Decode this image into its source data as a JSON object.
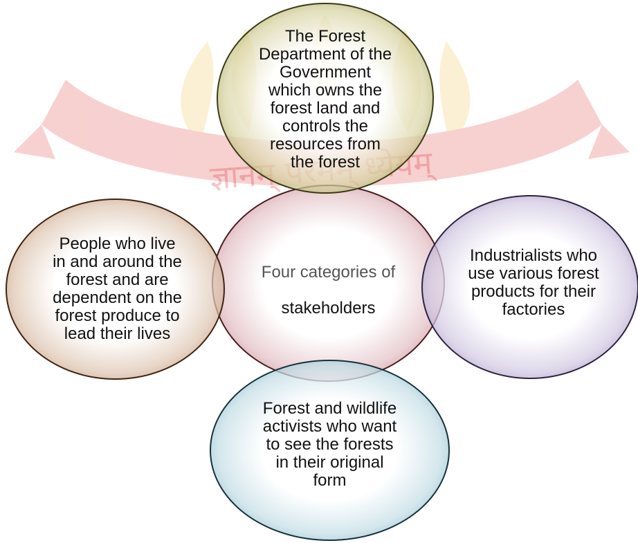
{
  "diagram": {
    "center": {
      "title": "Four categories of",
      "subtitle": "stakeholders",
      "color": "#8c3c46"
    },
    "nodes": [
      {
        "id": "top",
        "text": "The Forest\nDepartment of the\nGovernment\nwhich owns the\nforest land and\ncontrols the\nresources from\nthe forest",
        "color": "#646428"
      },
      {
        "id": "left",
        "text": "People who live\nin and around the\nforest and are\ndependent on the\nforest produce to\nlead their lives",
        "color": "#8c5028"
      },
      {
        "id": "right",
        "text": "Industrialists who\nuse various forest\nproducts for their\nfactories",
        "color": "#645082"
      },
      {
        "id": "bottom",
        "text": "Forest and wildlife\nactivists who want\nto see the forests\nin their original\nform",
        "color": "#326e82"
      }
    ]
  },
  "watermark": {
    "text": "ज्ञानम् परमम् ध्येयम्",
    "ribbon_color": "#dc2d2d",
    "accent_color": "#f0bc3c"
  }
}
